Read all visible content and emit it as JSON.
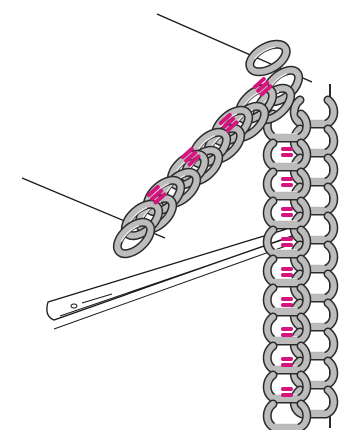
{
  "figure": {
    "description_hidden": "",
    "colors": {
      "background": "#ffffff",
      "yarn_fill": "#bcbcbc",
      "yarn_edge": "#2b2b2b",
      "yarn_highlight": "#e8e8e8",
      "marker": "#d6147e",
      "lines": "#1a1a1a"
    },
    "parts": [
      "pointer-line-top",
      "pointer-line-left",
      "needle",
      "vertical-stitch-column",
      "diagonal-stitch-row",
      "magenta-markers"
    ]
  }
}
